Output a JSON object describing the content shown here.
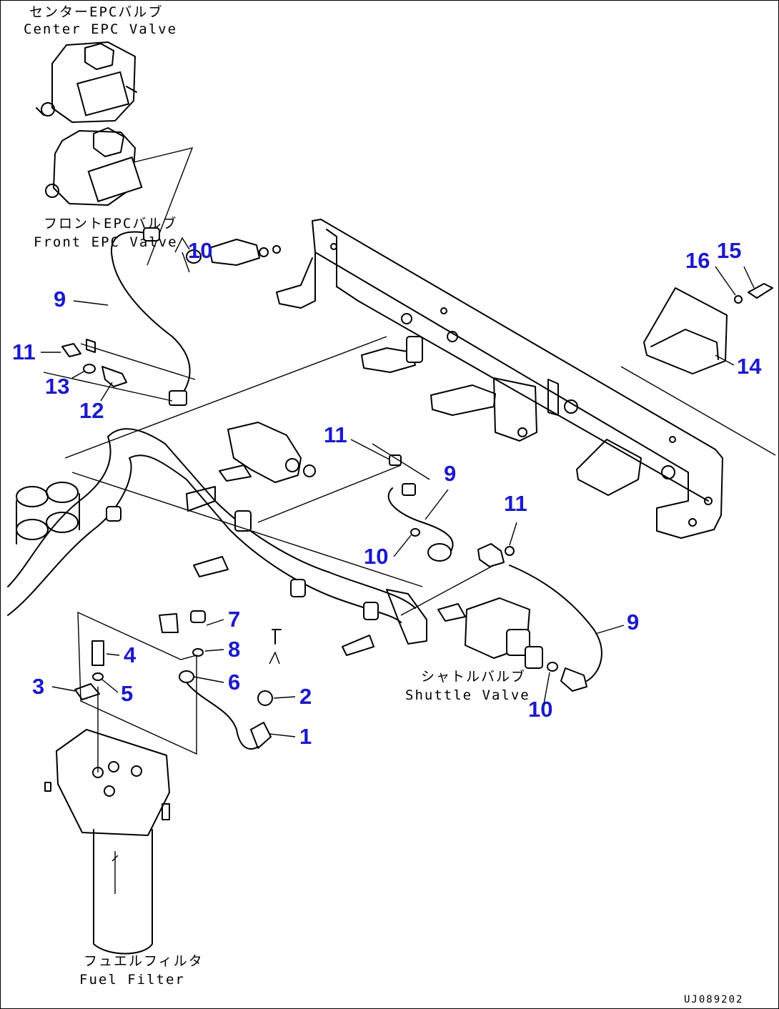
{
  "colors": {
    "callout": "#1a1acc",
    "line": "#000000",
    "background": "#ffffff"
  },
  "labels": {
    "center_epc_jp": "センターEPCバルブ",
    "center_epc_en": "Center EPC Valve",
    "front_epc_jp": "フロントEPCバルブ",
    "front_epc_en": "Front EPC Valve",
    "shuttle_jp": "シャトルバルブ",
    "shuttle_en": "Shuttle Valve",
    "fuel_jp": "フュエルフィルタ",
    "fuel_en": "Fuel Filter"
  },
  "callouts": [
    "10",
    "9",
    "11",
    "13",
    "12",
    "16",
    "15",
    "14",
    "11",
    "9",
    "11",
    "10",
    "7",
    "4",
    "8",
    "3",
    "5",
    "6",
    "2",
    "1",
    "9",
    "10"
  ],
  "drawing_code": "UJ089202"
}
